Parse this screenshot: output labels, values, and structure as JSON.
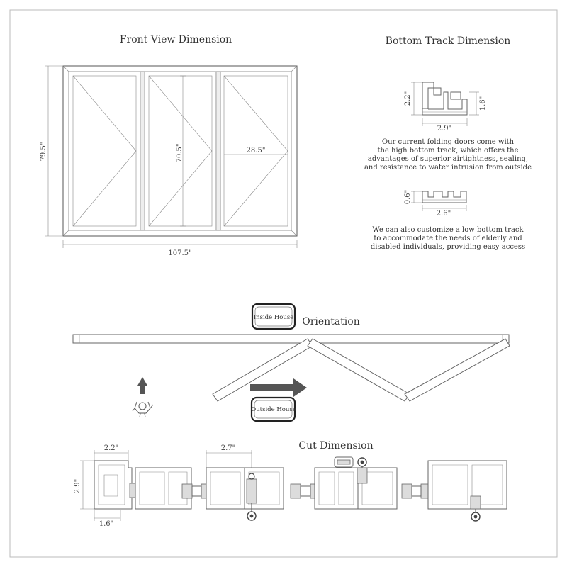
{
  "front_view": {
    "title": "Front View Dimension",
    "height_label": "79.5\"",
    "width_label": "107.5\"",
    "panel_height_label": "70.5\"",
    "panel_width_label": "28.5\""
  },
  "bottom_track": {
    "title": "Bottom Track Dimension",
    "high_track": {
      "height_left_label": "2.2\"",
      "height_right_label": "1.6\"",
      "width_label": "2.9\"",
      "description_lines": [
        "Our current folding doors come with",
        "the high bottom track, which offers the",
        "advantages of superior airtightness, sealing,",
        "and resistance to water intrusion from outside"
      ]
    },
    "low_track": {
      "height_label": "0.6\"",
      "width_label": "2.6\"",
      "description_lines": [
        "We can also customize a low bottom track",
        "to accommodate the needs of elderly and",
        "disabled individuals, providing easy access"
      ]
    }
  },
  "orientation": {
    "title": "Orientation",
    "inside_label": "Inside House",
    "outside_label": "Outside House"
  },
  "cut_dimension": {
    "title": "Cut Dimension",
    "width_left_label": "2.2\"",
    "width_mid_label": "2.7\"",
    "height_label": "2.9\"",
    "bottom_width_label": "1.6\""
  }
}
